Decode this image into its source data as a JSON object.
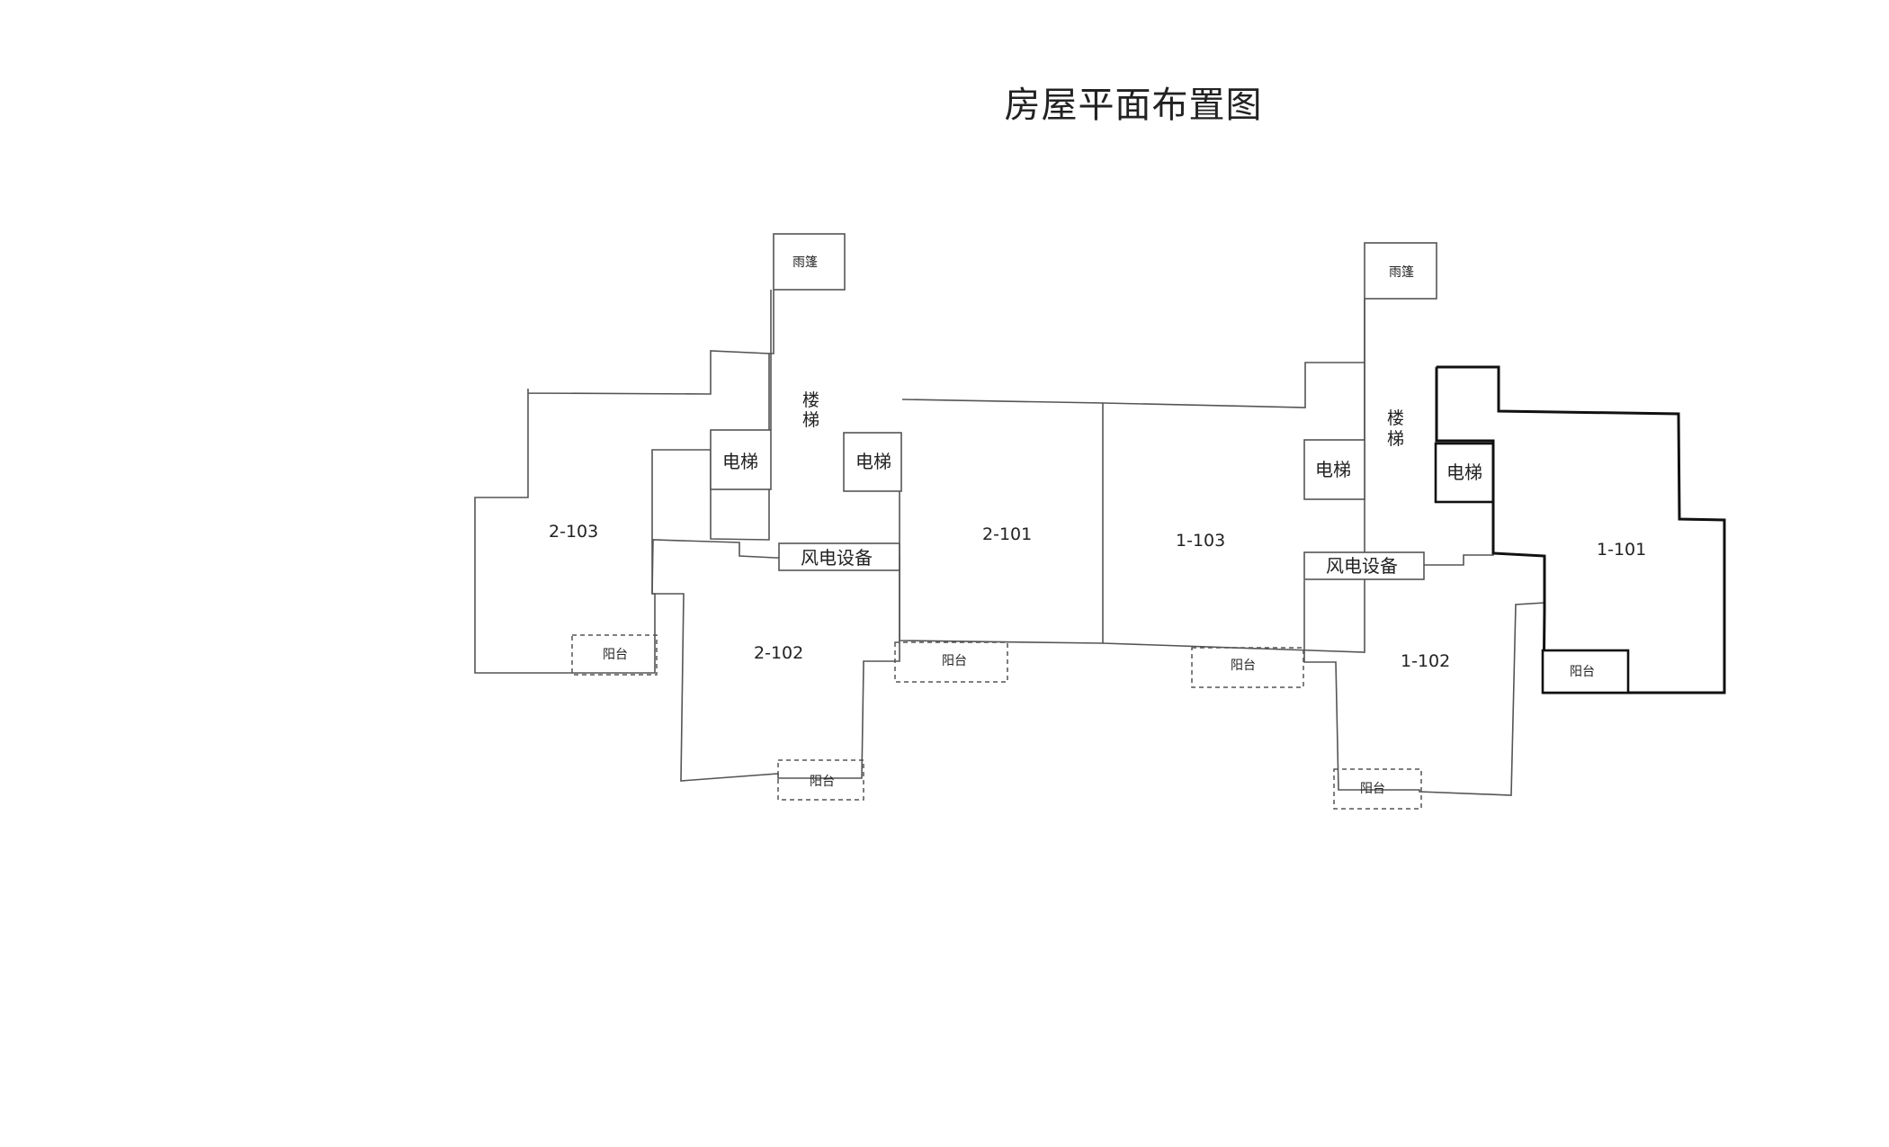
{
  "title": "房屋平面布置图",
  "units": {
    "u2_103": "2-103",
    "u2_102": "2-102",
    "u2_101": "2-101",
    "u1_103": "1-103",
    "u1_102": "1-102",
    "u1_101": "1-101"
  },
  "labels": {
    "canopy": "雨篷",
    "stair": [
      "楼",
      "梯"
    ],
    "elevator": "电梯",
    "hvac": "风电设备",
    "balcony": "阳台"
  },
  "colors": {
    "line": "#555555",
    "line_bold": "#111111",
    "text": "#222222"
  }
}
